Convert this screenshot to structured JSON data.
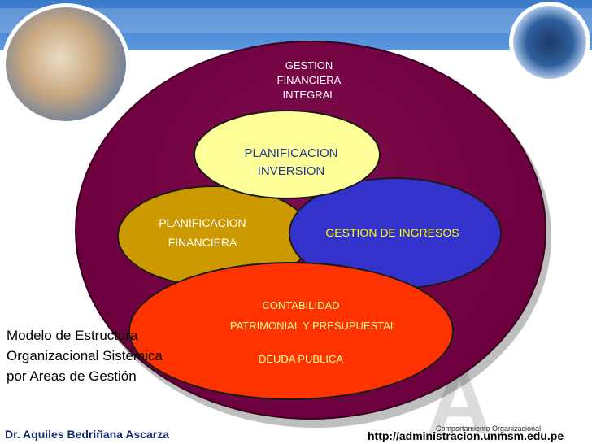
{
  "diagram": {
    "title": "GESTION FINANCIERA INTEGRAL",
    "inner": {
      "planificacion_inversion": "PLANIFICACION INVERSION",
      "planificacion_financiera": "PLANIFICACION FINANCIERA",
      "gestion_ingresos": "GESTION DE INGRESOS",
      "contabilidad": "CONTABILIDAD",
      "patrimonial": "PATRIMONIAL Y PRESUPUESTAL",
      "deuda": "DEUDA PUBLICA"
    },
    "colors": {
      "outer": "#6e0040",
      "planificacion_inversion": "#ffff99",
      "planificacion_financiera": "#cc9900",
      "gestion_ingresos": "#3333cc",
      "contabilidad": "#ff3300"
    }
  },
  "caption": "Modelo de Estructura Organizacional Sistémica por Areas de Gestión",
  "footer": {
    "author": "Dr. Aquiles Bedriñana Ascarza",
    "course": "Comportamiento Organizacional",
    "url": "http://administracion.unmsm.edu.pe"
  },
  "watermark": "A"
}
